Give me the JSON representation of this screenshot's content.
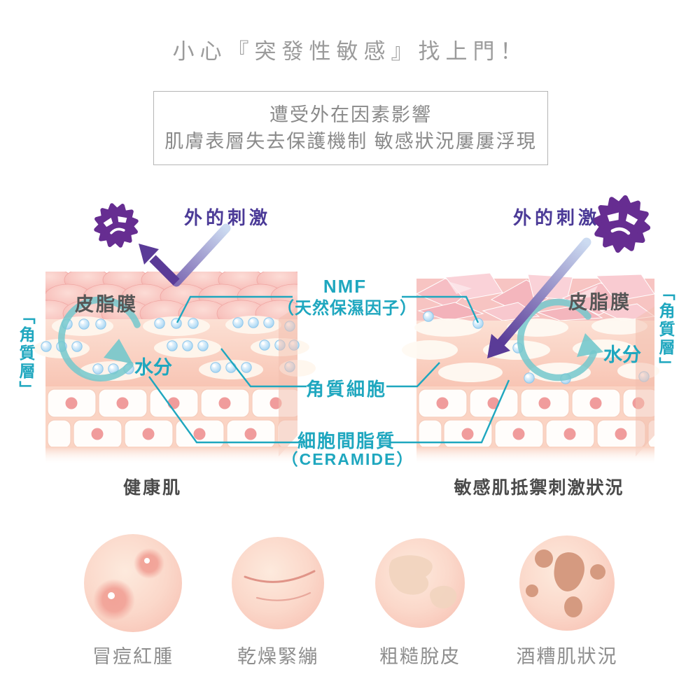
{
  "title": "小心『突發性敏感』找上門！",
  "intro_box": {
    "line1": "遭受外在因素影響",
    "line2": "肌膚表層失去保護機制 敏感狀況屢屢浮現"
  },
  "skin_compare": {
    "left": {
      "external_stimulus": "外的刺激",
      "sebum_film": "皮脂膜",
      "stratum_corneum_bracket": "「角質層」",
      "moisture": "水分",
      "caption": "健康肌"
    },
    "right": {
      "external_stimulus": "外的刺激",
      "sebum_film": "皮脂膜",
      "stratum_corneum_bracket": "「角質層」",
      "moisture": "水分",
      "caption": "敏感肌抵禦刺激狀況"
    },
    "annotations": {
      "nmf": "NMF",
      "nmf_full": "（天然保濕因子）",
      "corneocyte": "角質細胞",
      "intercellular_lipid": "細胞間脂質",
      "ceramide": "（CERAMIDE）"
    }
  },
  "conditions": [
    {
      "label": "冒痘紅腫",
      "kind": "acne-redness"
    },
    {
      "label": "乾燥緊繃",
      "kind": "dry-tight"
    },
    {
      "label": "粗糙脫皮",
      "kind": "rough-peeling"
    },
    {
      "label": "酒糟肌狀況",
      "kind": "rosacea"
    }
  ],
  "colors": {
    "teal_accent": "#1fa7bf",
    "purple_accent": "#4b3a97",
    "virus_purple": "#662d91",
    "arrow_purple": "#5a3b97",
    "skin_pink": "#f8c5b4",
    "gray_text": "#8e8e8e"
  }
}
